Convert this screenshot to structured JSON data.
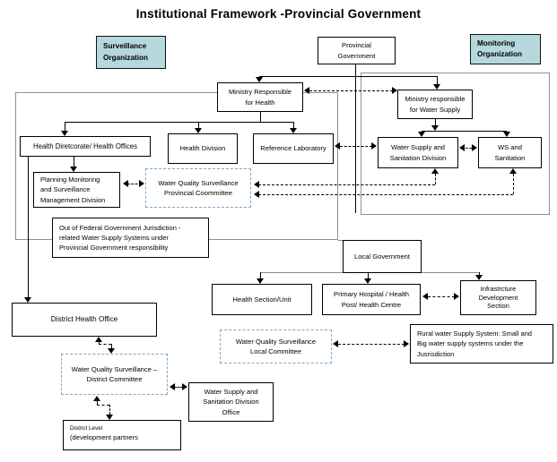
{
  "title": "Institutional Framework -Provincial Government",
  "badges": {
    "surveillance": [
      "Surveillance",
      "Organization"
    ],
    "monitoring": [
      "Monitoring",
      "Organization"
    ]
  },
  "nodes": {
    "provincial_government": [
      "Provincial",
      "Government"
    ],
    "ministry_health": [
      "Ministry Responsible",
      "for Health"
    ],
    "ministry_water": [
      "Ministry responsible",
      "for Water Supply"
    ],
    "health_directorate": [
      "Health Diretcorate/ Health Offices"
    ],
    "health_division": [
      "Health Division"
    ],
    "reference_laboratory": [
      "Reference Laboratory"
    ],
    "planning_division": [
      "Planning Monitoring",
      "and Surveillance",
      "Management Division"
    ],
    "wqs_provincial_committee": [
      "Water Quality Surveillance",
      "Provincial Coommittee"
    ],
    "wss_division": [
      "Water Supply and",
      "Sanitation Division"
    ],
    "ws_sanitation": [
      "WS and",
      "Sanitation"
    ],
    "out_of_federal": [
      "Out of Federal Government Jurisdiction -",
      "related Water Supply Systems under",
      "Provincial Government responsibility"
    ],
    "local_government": [
      "Local Government"
    ],
    "health_section": [
      "Health Section/Unit"
    ],
    "primary_hospital": [
      "Primary Hospital / Health",
      "Post/ Health Centre"
    ],
    "infrastructure_section": [
      "Infrastrcture",
      "Development",
      "Section"
    ],
    "wqs_local_committee": [
      "Water Quality Surveillance",
      "Local Committee"
    ],
    "rural_water": [
      "Rural water Supply System: Small and",
      "Big water supply systems under the",
      "Jusrisdiction"
    ],
    "district_health_office": [
      "District Health Office"
    ],
    "wqs_district_committee": [
      "Water Quality Surveillance –",
      "District Committee"
    ],
    "wss_division_office": [
      "Water Supply and",
      "Sanitation  Division",
      "Office"
    ],
    "district_level": [
      "District Level",
      "(development partners"
    ]
  },
  "colors": {
    "teal_fill": "#b5d8dc",
    "dashed_committee_blue": "#7da7c8",
    "container_gray": "#909090"
  }
}
